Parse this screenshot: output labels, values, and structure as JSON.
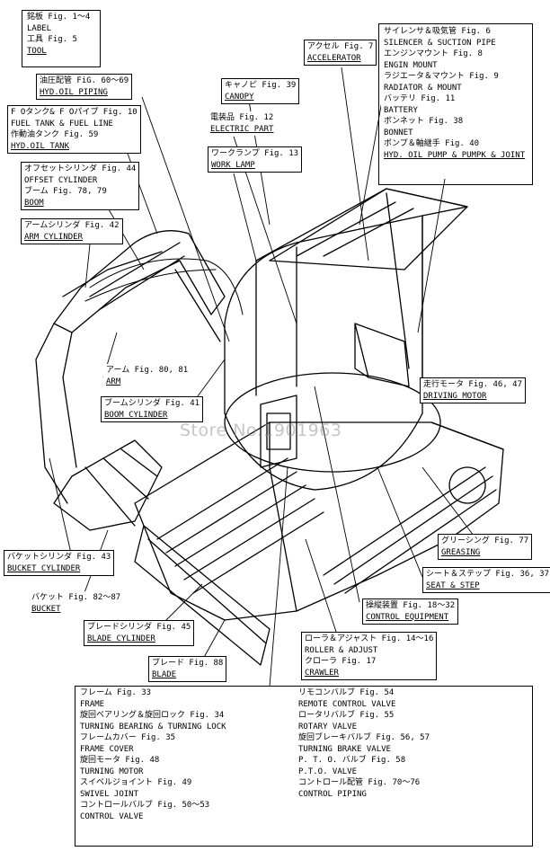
{
  "watermark": "Store No.1901963",
  "labels": [
    {
      "id": "label-tool",
      "lines": [
        "銘板 Fig. 1～4",
        "LABEL",
        "工具 Fig. 5",
        "TOOL"
      ],
      "underline": [
        3
      ]
    },
    {
      "id": "hyd-oil-piping",
      "lines": [
        "油圧配管 FiG. 60～69",
        "HYD.OIL PIPING"
      ],
      "underline": [
        1
      ]
    },
    {
      "id": "fuel-tank",
      "lines": [
        "F Oタンク& F Oパイプ Fig. 10",
        "FUEL TANK & FUEL LINE",
        "作動油タンク Fig. 59",
        "HYD.OIL TANK"
      ],
      "underline": [
        3
      ]
    },
    {
      "id": "offset-boom",
      "lines": [
        "オフセットシリンダ Fig. 44",
        "OFFSET CYLINDER",
        "ブーム Fig. 78, 79",
        "BOOM"
      ],
      "underline": [
        3
      ]
    },
    {
      "id": "arm-cylinder",
      "lines": [
        "アームシリンダ Fig. 42",
        "ARM CYLINDER"
      ],
      "underline": [
        1
      ]
    },
    {
      "id": "arm",
      "lines": [
        "アーム Fig. 80, 81",
        "ARM"
      ],
      "underline": [
        1
      ]
    },
    {
      "id": "boom-cylinder",
      "lines": [
        "ブームシリンダ Fig. 41",
        "BOOM CYLINDER"
      ],
      "underline": [
        1
      ]
    },
    {
      "id": "canopy",
      "lines": [
        "キャノピ Fig. 39",
        "CANOPY"
      ],
      "underline": [
        1
      ]
    },
    {
      "id": "electric-part",
      "lines": [
        "電装品 Fig. 12",
        "ELECTRIC PART"
      ],
      "underline": [
        1
      ]
    },
    {
      "id": "work-lamp",
      "lines": [
        "ワークランプ Fig. 13",
        "WORK LAMP"
      ],
      "underline": [
        1
      ]
    },
    {
      "id": "accelerator",
      "lines": [
        "アクセル Fig. 7",
        "ACCELERATOR"
      ],
      "underline": [
        1
      ]
    },
    {
      "id": "engine-group",
      "lines": [
        "サイレンサ＆吸気管 Fig. 6",
        "SILENCER & SUCTION PIPE",
        "エンジンマウント Fig. 8",
        "ENGIN MOUNT",
        "ラジエータ＆マウント Fig. 9",
        "RADIATOR & MOUNT",
        "バッテリ Fig. 11",
        "BATTERY",
        "ボンネット Fig. 38",
        "BONNET",
        "ポンプ＆軸継手 Fig. 40",
        "HYD. OIL PUMP & PUMPK & JOINT"
      ],
      "underline": [
        11
      ]
    },
    {
      "id": "driving-motor",
      "lines": [
        "走行モータ Fig. 46, 47",
        "DRIVING MOTOR"
      ],
      "underline": [
        1
      ]
    },
    {
      "id": "greasing",
      "lines": [
        "グリーシング Fig. 77",
        "GREASING"
      ],
      "underline": [
        1
      ]
    },
    {
      "id": "seat-step",
      "lines": [
        "シート＆ステップ Fig. 36, 37",
        "SEAT & STEP"
      ],
      "underline": [
        1
      ]
    },
    {
      "id": "control-equipment",
      "lines": [
        "操縦装置 Fig. 18～32",
        "CONTROL EQUIPMENT"
      ],
      "underline": [
        1
      ]
    },
    {
      "id": "roller-crawler",
      "lines": [
        "ローラ＆アジャスト Fig. 14～16",
        "ROLLER & ADJUST",
        "クローラ Fig. 17",
        "CRAWLER"
      ],
      "underline": [
        3
      ]
    },
    {
      "id": "bucket-cylinder",
      "lines": [
        "バケットシリンダ Fig. 43",
        "BUCKET CYLINDER"
      ],
      "underline": [
        1
      ]
    },
    {
      "id": "bucket",
      "lines": [
        "バケット Fig. 82～87",
        "BUCKET"
      ],
      "underline": [
        1
      ]
    },
    {
      "id": "blade-cylinder",
      "lines": [
        "ブレードシリンダ Fig. 45",
        "BLADE CYLINDER"
      ],
      "underline": [
        1
      ]
    },
    {
      "id": "blade",
      "lines": [
        "ブレード Fig. 88",
        "BLADE"
      ],
      "underline": [
        1
      ]
    },
    {
      "id": "frame-group",
      "lines": [
        "フレーム Fig. 33",
        "FRAME",
        "旋回ベアリング＆旋回ロック Fig. 34",
        "TURNING BEARING & TURNING LOCK",
        "フレームカバー Fig. 35",
        "FRAME COVER",
        "旋回モータ Fig. 48",
        "TURNING MOTOR",
        "スイベルジョイント Fig. 49",
        "SWIVEL JOINT",
        "コントロールバルブ Fig. 50～53",
        "CONTROL VALVE"
      ],
      "underline": []
    },
    {
      "id": "valve-group",
      "lines": [
        "リモコンバルブ Fig. 54",
        "REMOTE CONTROL VALVE",
        "ロータリバルブ Fig. 55",
        "ROTARY VALVE",
        "旋回ブレーキバルブ Fig. 56, 57",
        "TURNING BRAKE VALVE",
        "P. T. O. バルブ Fig. 58",
        "P.T.O. VALVE",
        "コントロール配管 Fig. 70～76",
        "CONTROL PIPING"
      ],
      "underline": []
    }
  ]
}
